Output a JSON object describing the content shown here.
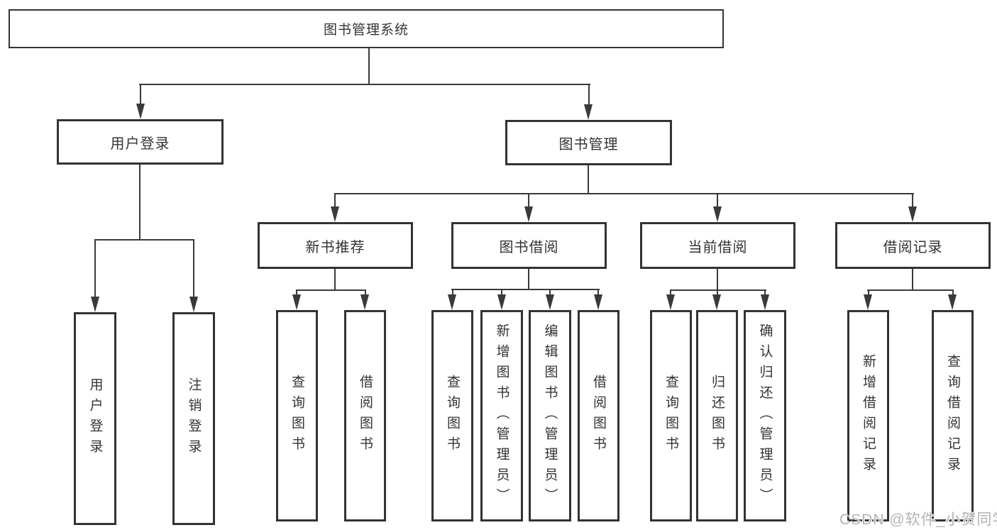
{
  "nodes": {
    "root": "图书管理系统",
    "l2": [
      "用户登录",
      "图书管理"
    ],
    "l3": [
      "新书推荐",
      "图书借阅",
      "当前借阅",
      "借阅记录"
    ],
    "l4": [
      "用户登录",
      "注销登录",
      "查询图书",
      "借阅图书",
      "查询图书",
      "新增图书（管理员）",
      "编辑图书（管理员）",
      "借阅图书",
      "查询图书",
      "归还图书",
      "确认归还（管理员）",
      "新增借阅记录",
      "查询借阅记录"
    ]
  },
  "watermark": "CSDN @软件_小贺同学",
  "colors": {
    "line": "#3a3a3a",
    "box_border": "#333333",
    "text": "#333333",
    "background": "#ffffff",
    "watermark": "#b3b3b3"
  }
}
